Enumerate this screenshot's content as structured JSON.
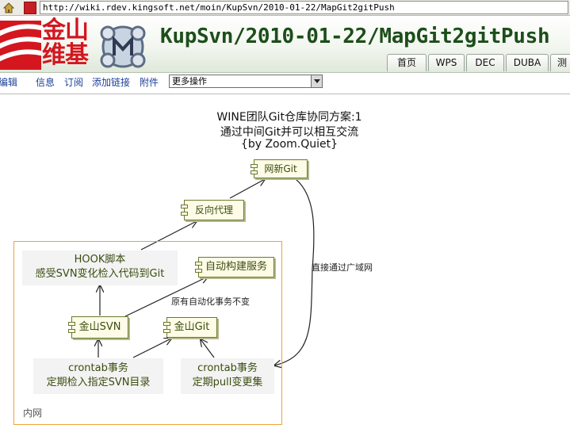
{
  "browser": {
    "url": "http://wiki.rdev.kingsoft.net/moin/KupSvn/2010-01-22/MapGit2gitPush"
  },
  "header": {
    "logo_text": "金山维基",
    "title_segments": [
      "KupSvn",
      "2010-01-22",
      "MapGit2gitPush"
    ],
    "title_separator": "/",
    "tabs": [
      "首页",
      "WPS",
      "DEC",
      "DUBA",
      "测"
    ]
  },
  "actions": {
    "items": [
      "编辑",
      "信息",
      "订阅",
      "添加链接",
      "附件"
    ],
    "more_select": "更多操作"
  },
  "diagram": {
    "title_lines": [
      "WINE团队Git仓库协同方案:1",
      "通过中间Git并可以相互交流",
      "{by Zoom.Quiet}"
    ],
    "lan_label": "内网",
    "nodes": {
      "wang_git": "网新Git",
      "proxy": "反向代理",
      "hook_line1": "HOOK脚本",
      "hook_line2": "感受SVN变化检入代码到Git",
      "auto_build": "自动构建服务",
      "kingsoft_svn": "金山SVN",
      "kingsoft_git": "金山Git",
      "cron1_line1": "crontab事务",
      "cron1_line2": "定期检入指定SVN目录",
      "cron2_line1": "crontab事务",
      "cron2_line2": "定期pull变更集"
    },
    "edge_labels": {
      "wan": "直接通过广域网",
      "automation": "原有自动化事务不变"
    }
  },
  "colors": {
    "title_green": "#1d4e1a",
    "link_blue": "#1a3f99",
    "node_olive": "#3a4d0f",
    "lan_border": "#f1a23b",
    "logo_red": "#d4161f"
  }
}
